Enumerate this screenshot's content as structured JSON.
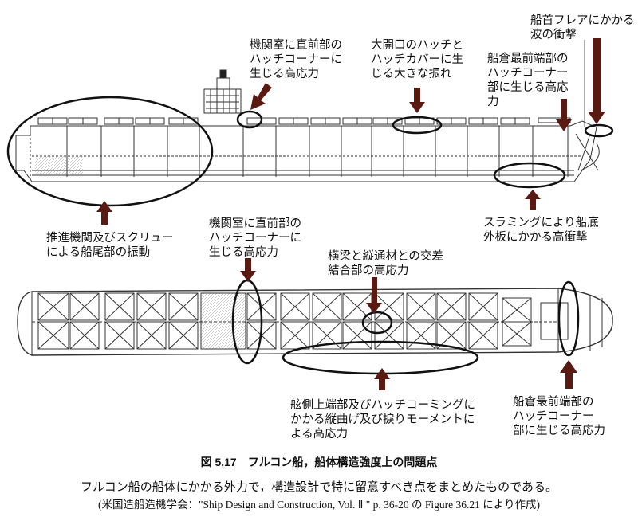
{
  "annotations": {
    "profile_engine_room_hatch": "機関室に直前部の\nハッチコーナーに\n生じる高応力",
    "profile_large_opening": "大開口のハッチと\nハッチカバーに生\nじる大きな振れ",
    "profile_bow_flare": "船首フレアにかかる\n波の衝撃",
    "profile_forward_hold_hatch": "船倉最前端部の\nハッチコーナー\n部に生じる高応\n力",
    "profile_stern_vibration": "推進機関及びスクリュー\nによる船尾部の振動",
    "profile_slamming": "スラミングにより船底\n外板にかかる高衝撃",
    "plan_engine_room_hatch": "機関室に直前部の\nハッチコーナーに\n生じる高応力",
    "plan_beam_longitudinal": "横梁と縦通材との交差\n結合部の高応力",
    "plan_side_coaming": "舷側上端部及びハッチコーミングに\nかかる縦曲げ及び捩りモーメントに\nよる高応力",
    "plan_forward_hold_hatch": "船倉最前端部の\nハッチコーナー\n部に生じる高応力"
  },
  "caption": {
    "title": "図 5.17　フルコン船，船体構造強度上の問題点",
    "description": "フルコン船の船体にかかる外力で，構造設計で特に留意すべき点をまとめたものである。",
    "source": "(米国造船造機学会：\"Ship Design and Construction, Vol. Ⅱ \" p. 36-20 の Figure 36.21 により作成)"
  },
  "colors": {
    "arrow": "#5a1a12",
    "ellipse": "#111111",
    "drawing": "#333333"
  }
}
